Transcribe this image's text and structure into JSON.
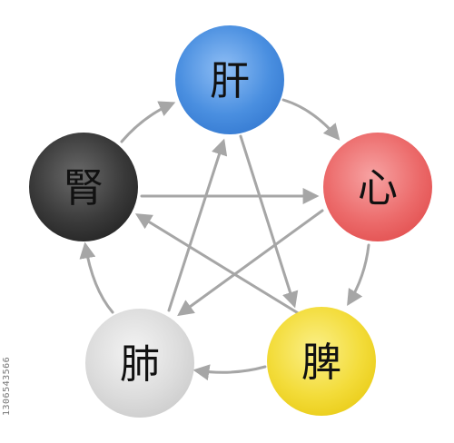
{
  "nodes": {
    "liver": {
      "label": "肝",
      "color": "#4a8fe0"
    },
    "heart": {
      "label": "心",
      "color": "#ec6b6b"
    },
    "spleen": {
      "label": "脾",
      "color": "#f3dc3a"
    },
    "lung": {
      "label": "肺",
      "color": "#dcdcdc"
    },
    "kidney": {
      "label": "腎",
      "color": "#3a3a3a"
    }
  },
  "arrow_color": "#a6a6a6",
  "generating_cycle": [
    "liver",
    "heart",
    "spleen",
    "lung",
    "kidney"
  ],
  "controlling_cycle": [
    "liver",
    "spleen",
    "kidney",
    "heart",
    "lung"
  ],
  "watermark": "1306543566"
}
